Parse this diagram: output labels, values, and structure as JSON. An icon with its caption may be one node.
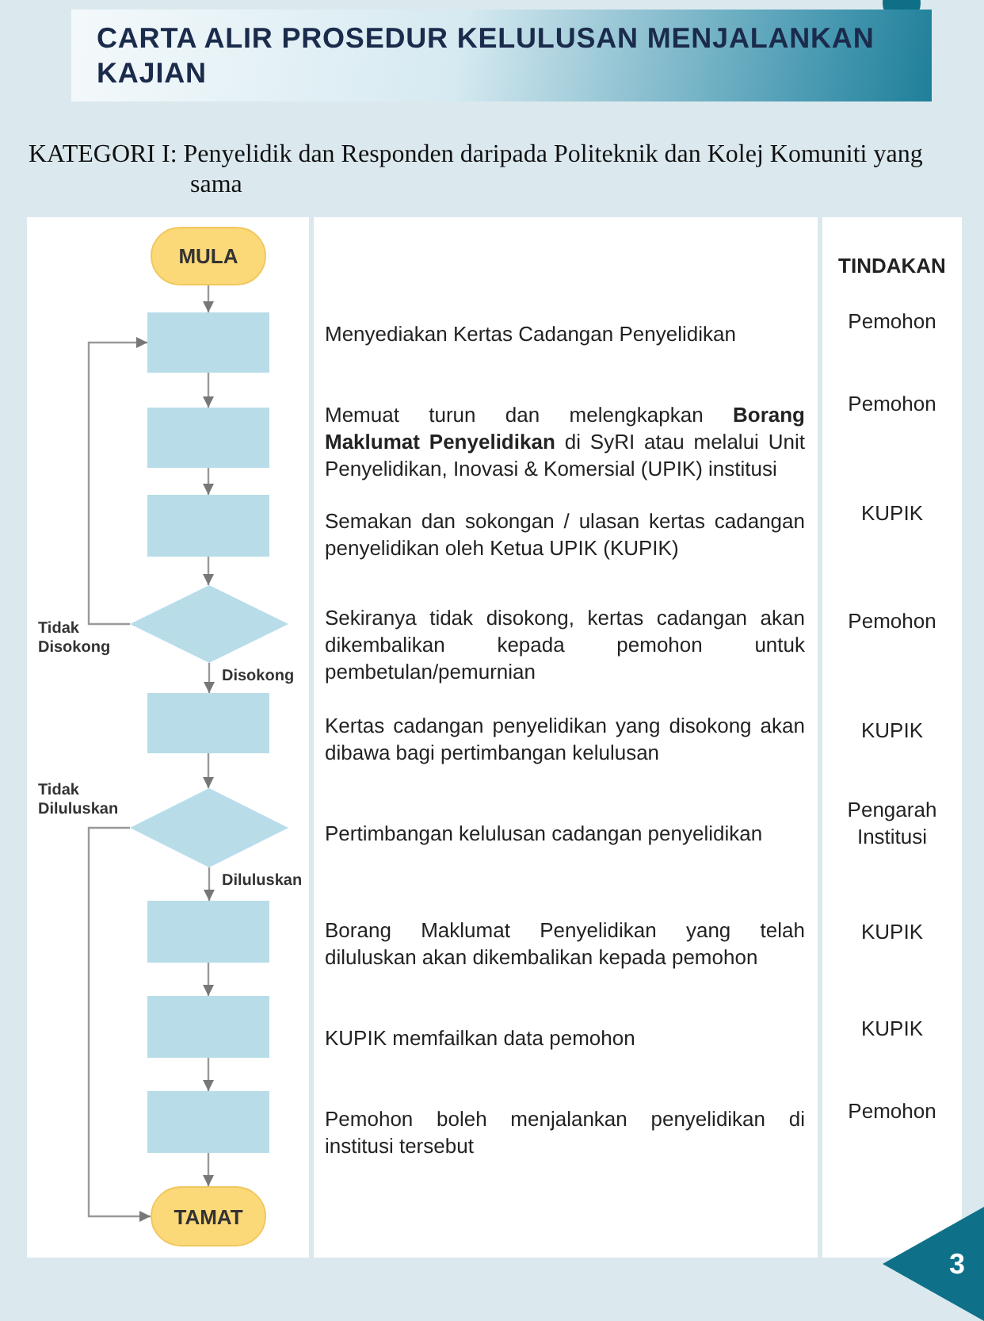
{
  "diagram": {
    "title": "CARTA ALIR PROSEDUR KELULUSAN MENJALANKAN KAJIAN",
    "nodes": [
      {
        "text": [
          "MULA"
        ]
      },
      {
        "text": [],
        "shape": "box",
        "beside": [
          "Menyediakan Kertas Cadangan Penyelidikan"
        ]
      },
      {
        "text": [],
        "shape": "box",
        "beside": [
          "Memuat turun dan melengkapkan **Borang Maklumat Penyelidikan** di SyRI atau melalui Unit Penyelidikan, Inovasi & Komersial (UPIK) institusi"
        ]
      },
      {
        "text": [],
        "shape": "box",
        "beside": [
          "Semakan dan sokongan / ulasan kertas cadangan penyelidikan oleh Ketua UPIK (KUPIK)"
        ]
      },
      {
        "text": [],
        "shape": "diamond",
        "beside": [
          "Sekiranya tidak disokong, kertas cadangan akan dikembalikan kepada pemohon untuk pembetulan/pemurnian"
        ]
      },
      {
        "text": [],
        "shape": "box",
        "beside": [
          "Kertas cadangan penyelidikan yang disokong akan dibawa bagi pertimbangan kelulusan"
        ]
      },
      {
        "text": [],
        "shape": "diamond",
        "beside": [
          "Pertimbangan kelulusan cadangan penyelidikan"
        ]
      },
      {
        "text": [],
        "shape": "box",
        "beside": [
          "Borang Maklumat Penyelidikan yang telah diluluskan akan dikembalikan kepada pemohon"
        ]
      },
      {
        "text": [],
        "shape": "box",
        "beside": [
          "KUPIK memfailkan data pemohon"
        ]
      },
      {
        "text": [],
        "shape": "box",
        "beside": [
          "Pemohon boleh menjalankan penyelidikan di institusi tersebut"
        ]
      },
      {
        "text": [
          "TAMAT"
        ]
      }
    ],
    "edges": [
      {
        "from": 0,
        "to": 1,
        "arrow": "to"
      },
      {
        "from": 1,
        "to": 2,
        "arrow": "to"
      },
      {
        "from": 2,
        "to": 3,
        "arrow": "to"
      },
      {
        "from": 3,
        "to": 4,
        "arrow": "to"
      },
      {
        "from": 4,
        "to": 5,
        "arrow": "to",
        "label": "Disokong"
      },
      {
        "from": 4,
        "to": 1,
        "arrow": "to",
        "label": "Tidak Disokong"
      },
      {
        "from": 5,
        "to": 6,
        "arrow": "to"
      },
      {
        "from": 6,
        "to": 7,
        "arrow": "to",
        "label": "Diluluskan"
      },
      {
        "from": 6,
        "to": 10,
        "arrow": "to",
        "label": "Tidak Diluluskan"
      },
      {
        "from": 7,
        "to": 8,
        "arrow": "to"
      },
      {
        "from": 8,
        "to": 9,
        "arrow": "to"
      },
      {
        "from": 9,
        "to": 10,
        "arrow": "to"
      }
    ],
    "labels": [
      "KATEGORI I: Penyelidik dan Responden daripada Politeknik dan Kolej Komuniti yang sama",
      "TINDAKAN",
      "Pemohon",
      "Pemohon",
      "KUPIK",
      "Pemohon",
      "KUPIK",
      "Pengarah Institusi",
      "KUPIK",
      "KUPIK",
      "Pemohon",
      "3"
    ]
  }
}
